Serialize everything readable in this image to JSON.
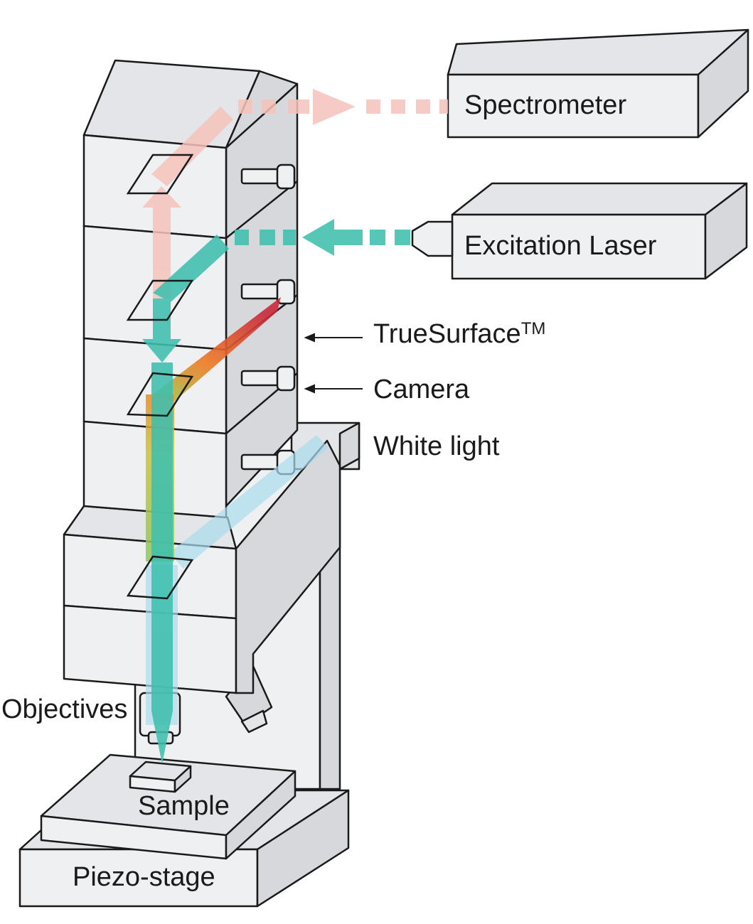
{
  "labels": {
    "spectrometer": "Spectrometer",
    "excitation_laser": "Excitation Laser",
    "truesurface": "TrueSurface",
    "truesurface_tm": "TM",
    "camera": "Camera",
    "white_light": "White light",
    "objectives": "Objectives",
    "sample": "Sample",
    "piezo_stage": "Piezo-stage"
  },
  "colors": {
    "housing_front": "#eff0f2",
    "housing_side": "#d6d8dc",
    "housing_top": "#e3e5e8",
    "outline": "#1a1a1a",
    "spectrometer_beam": "#f6c3bb",
    "excitation_beam": "#3fbfae",
    "white_light_beam": "#a9dcec",
    "camera_beam_top": "#c8283a",
    "camera_beam_mid": "#ee7a22",
    "camera_beam_bottom": "#9ccc4c"
  }
}
